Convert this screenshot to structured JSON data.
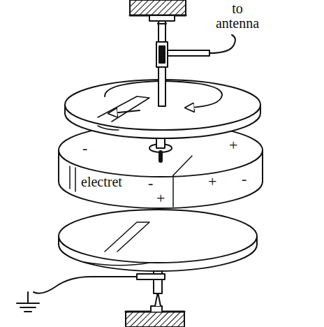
{
  "diagram": {
    "labels": [
      "to antenna",
      "electret",
      "-",
      "+",
      "-",
      "+",
      "+",
      "-"
    ]
  }
}
